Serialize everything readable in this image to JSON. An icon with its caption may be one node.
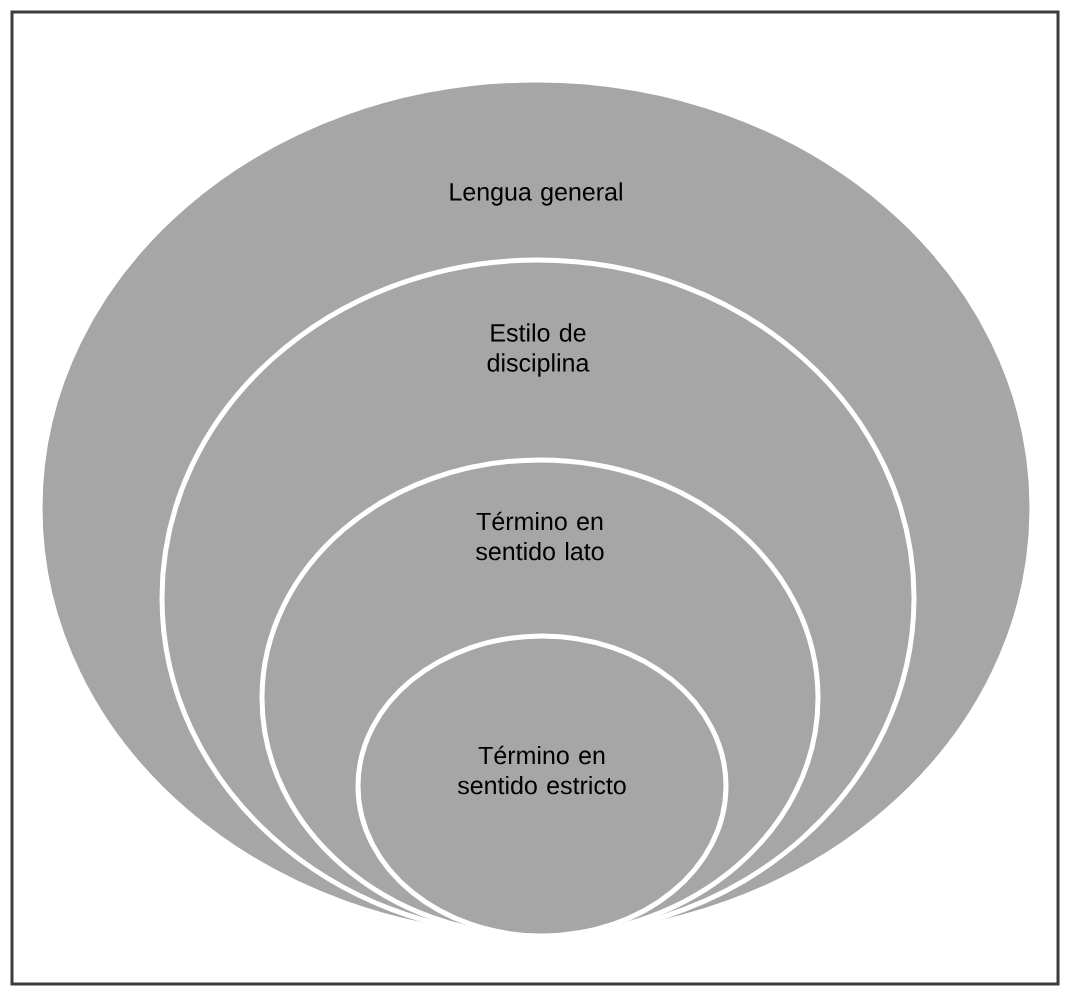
{
  "diagram": {
    "nodes": [
      {
        "text": [
          "Lengua general"
        ]
      },
      {
        "text": [
          "Estilo de disciplina"
        ],
        "in": 0
      },
      {
        "text": [
          "Término en sentido lato"
        ],
        "in": 1
      },
      {
        "text": [
          "Término en sentido estricto"
        ],
        "in": 2
      }
    ]
  }
}
